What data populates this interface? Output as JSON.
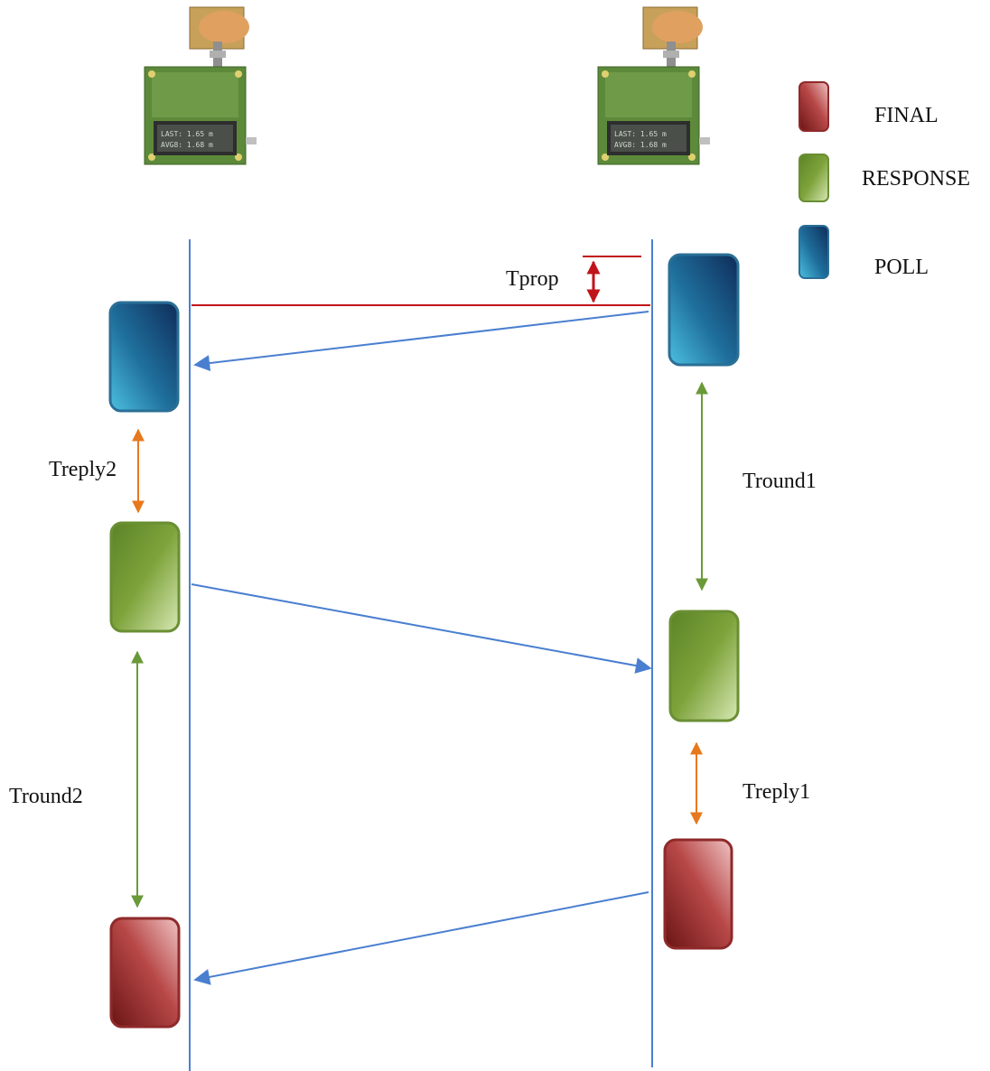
{
  "legend": {
    "items": [
      {
        "label": "FINAL",
        "color": "#b33a3a"
      },
      {
        "label": "RESPONSE",
        "color": "#7da33a"
      },
      {
        "label": "POLL",
        "color": "#2a7fa8"
      }
    ]
  },
  "devices": {
    "left": {
      "lcd_line1": "LAST:  1.65 m",
      "lcd_line2": "AVG8:  1.68 m"
    },
    "right": {
      "lcd_line1": "LAST:  1.65 m",
      "lcd_line2": "AVG8:  1.68 m"
    }
  },
  "timings": {
    "tprop": "Tprop",
    "treply2": "Treply2",
    "tround1": "Tround1",
    "tround2": "Tround2",
    "treply1": "Treply1"
  },
  "colors": {
    "lifeline": "#4a7fd0",
    "prop_marker": "#c0141a",
    "reply_arrow": "#e8781e",
    "round_arrow": "#6a9a38"
  }
}
